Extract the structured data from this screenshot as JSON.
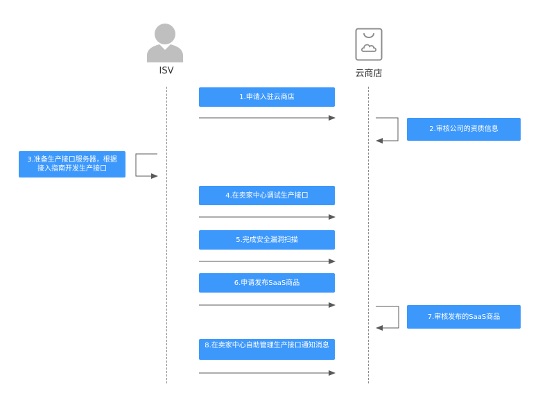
{
  "actors": {
    "isv": {
      "label": "ISV",
      "icon": "person-icon"
    },
    "store": {
      "label": "云商店",
      "icon": "shopping-bag-cloud-icon"
    }
  },
  "steps": [
    {
      "id": 1,
      "label": "1.申请入驻云商店",
      "from": "ISV",
      "to": "云商店"
    },
    {
      "id": 2,
      "label": "2.审核公司的资质信息",
      "from": "云商店",
      "to": "云商店"
    },
    {
      "id": 3,
      "label": "3.准备生产接口服务器，根据接入指南开发生产接口",
      "from": "ISV",
      "to": "ISV"
    },
    {
      "id": 4,
      "label": "4.在卖家中心调试生产接口",
      "from": "ISV",
      "to": "云商店"
    },
    {
      "id": 5,
      "label": "5.完成安全漏洞扫描",
      "from": "ISV",
      "to": "云商店"
    },
    {
      "id": 6,
      "label": "6.申请发布SaaS商品",
      "from": "ISV",
      "to": "云商店"
    },
    {
      "id": 7,
      "label": "7.审核发布的SaaS商品",
      "from": "云商店",
      "to": "云商店"
    },
    {
      "id": 8,
      "label": "8.在卖家中心自助管理生产接口通知消息",
      "from": "ISV",
      "to": "云商店"
    }
  ],
  "colors": {
    "box": "#3d98fc",
    "arrow": "#595959",
    "icon": "#bfbfbf",
    "lifeline": "#8c8c8c"
  }
}
